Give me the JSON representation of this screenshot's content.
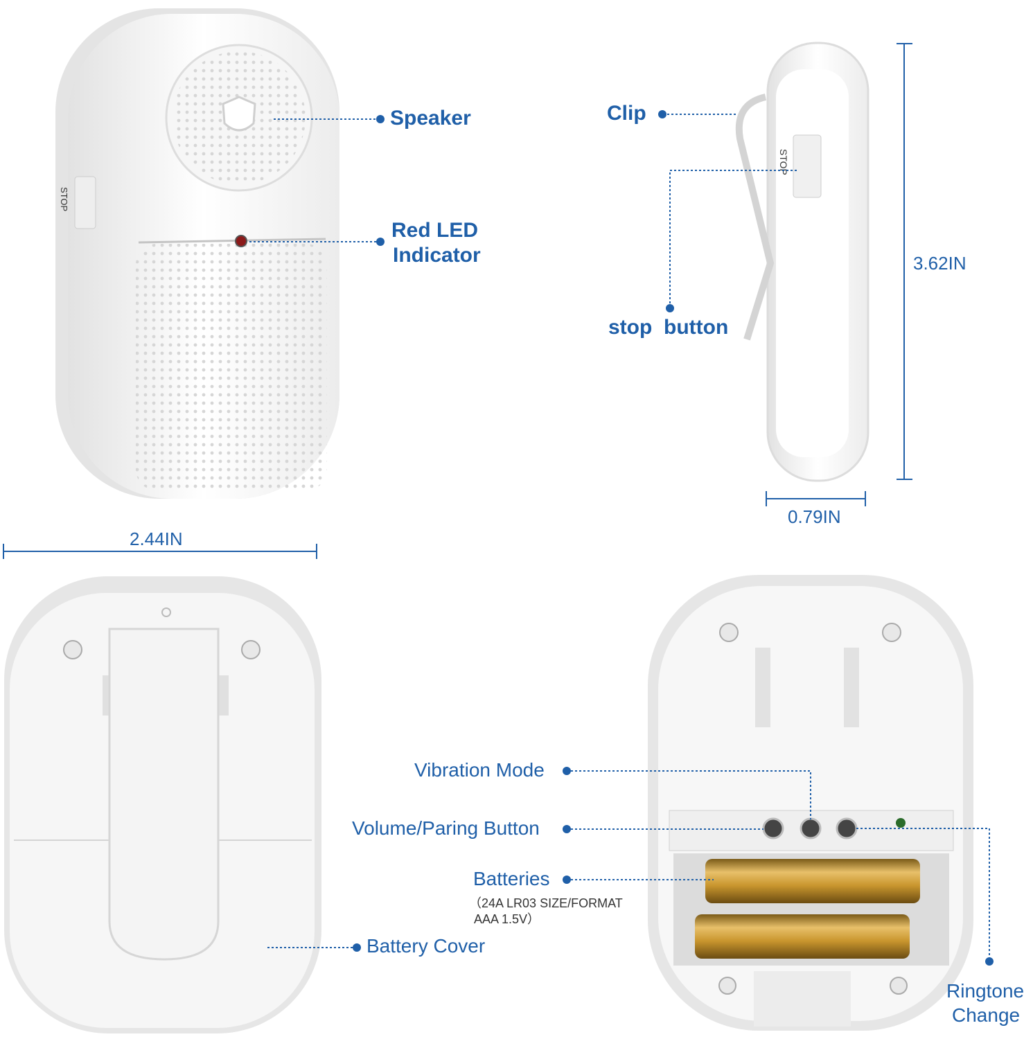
{
  "colors": {
    "label": "#1f5fa8",
    "device": "#f4f4f4",
    "shadow": "#c8c8c8",
    "battery": "#c9962e"
  },
  "labels": {
    "speaker": "Speaker",
    "red_led_line1": "Red LED",
    "red_led_line2": "Indicator",
    "clip": "Clip",
    "stop_button": "stop  button",
    "vibration_mode": "Vibration Mode",
    "volume_button": "Volume/Paring Button",
    "batteries": "Batteries",
    "batteries_note_line1": "（24A LR03 SIZE/FORMAT",
    "batteries_note_line2": "AAA 1.5V）",
    "battery_cover": "Battery Cover",
    "ringtone_line1": "Ringtone",
    "ringtone_line2": "Change"
  },
  "dimensions": {
    "height": "3.62IN",
    "depth": "0.79IN",
    "width": "2.44IN"
  },
  "device_markings": {
    "stop": "STOP"
  }
}
